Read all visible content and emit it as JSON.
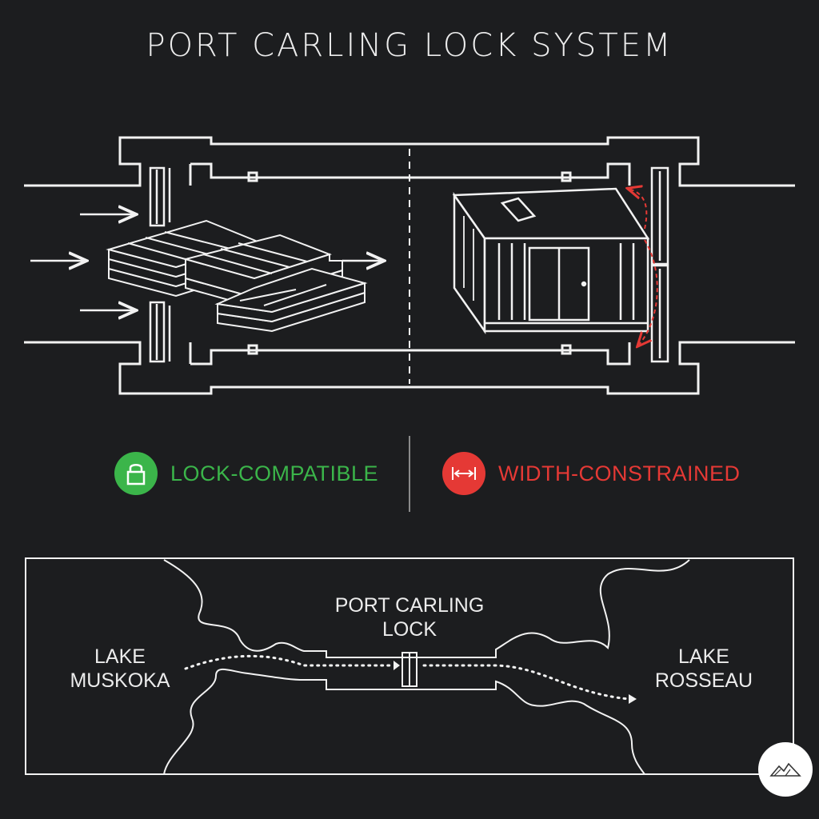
{
  "title": "PORT CARLING LOCK SYSTEM",
  "legend": {
    "compatible": {
      "label": "LOCK-COMPATIBLE",
      "color": "#3bb54a",
      "icon": "padlock-icon"
    },
    "constrained": {
      "label": "WIDTH-CONSTRAINED",
      "color": "#e53935",
      "icon": "width-arrows-icon"
    }
  },
  "map": {
    "left_lake": "LAKE\nMUSKOKA",
    "lock": "PORT CARLING\nLOCK",
    "right_lake": "LAKE\nROSSEAU"
  },
  "colors": {
    "background": "#1c1d1f",
    "line": "#f2f2f2",
    "warning_arrow": "#e53935"
  },
  "logo": {
    "icon": "mountain-logo-icon"
  }
}
